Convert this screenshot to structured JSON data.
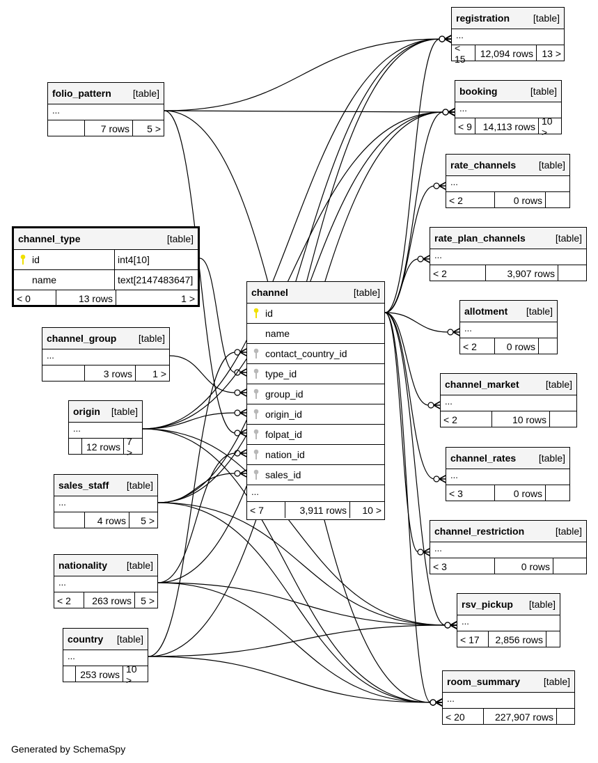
{
  "footer": "Generated by SchemaSpy",
  "table_tag": "[table]",
  "colors": {
    "pk_key": "#f0e000",
    "fk_key": "#b8b8b8",
    "header_bg": "#f4f4f4",
    "line": "#000000"
  },
  "focus_table": {
    "name": "channel_type",
    "columns": [
      {
        "name": "id",
        "type": "int4[10]",
        "icon": "primary-key-icon"
      },
      {
        "name": "name",
        "type": "text[2147483647]",
        "icon": ""
      }
    ],
    "parents": "< 0",
    "rows": "13 rows",
    "children": "1 >"
  },
  "channel": {
    "name": "channel",
    "columns": [
      {
        "name": "id",
        "icon": "primary-key-icon"
      },
      {
        "name": "name",
        "icon": ""
      },
      {
        "name": "contact_country_id",
        "icon": "foreign-key-icon"
      },
      {
        "name": "type_id",
        "icon": "foreign-key-icon"
      },
      {
        "name": "group_id",
        "icon": "foreign-key-icon"
      },
      {
        "name": "origin_id",
        "icon": "foreign-key-icon"
      },
      {
        "name": "folpat_id",
        "icon": "foreign-key-icon"
      },
      {
        "name": "nation_id",
        "icon": "foreign-key-icon"
      },
      {
        "name": "sales_id",
        "icon": "foreign-key-icon"
      }
    ],
    "more": "...",
    "parents": "< 7",
    "rows": "3,911 rows",
    "children": "10 >"
  },
  "tables": [
    {
      "id": "registration",
      "name": "registration",
      "more": "...",
      "parents": "< 15",
      "rows": "12,094 rows",
      "children": "13 >"
    },
    {
      "id": "booking",
      "name": "booking",
      "more": "...",
      "parents": "< 9",
      "rows": "14,113 rows",
      "children": "10 >"
    },
    {
      "id": "folio_pattern",
      "name": "folio_pattern",
      "more": "...",
      "parents": "",
      "rows": "7 rows",
      "children": "5 >"
    },
    {
      "id": "rate_channels",
      "name": "rate_channels",
      "more": "...",
      "parents": "< 2",
      "rows": "0 rows",
      "children": ""
    },
    {
      "id": "rate_plan_channels",
      "name": "rate_plan_channels",
      "more": "...",
      "parents": "< 2",
      "rows": "3,907 rows",
      "children": ""
    },
    {
      "id": "channel_group",
      "name": "channel_group",
      "more": "...",
      "parents": "",
      "rows": "3 rows",
      "children": "1 >"
    },
    {
      "id": "allotment",
      "name": "allotment",
      "more": "...",
      "parents": "< 2",
      "rows": "0 rows",
      "children": ""
    },
    {
      "id": "channel_market",
      "name": "channel_market",
      "more": "...",
      "parents": "< 2",
      "rows": "10 rows",
      "children": ""
    },
    {
      "id": "origin",
      "name": "origin",
      "more": "...",
      "parents": "",
      "rows": "12 rows",
      "children": "7 >"
    },
    {
      "id": "channel_rates",
      "name": "channel_rates",
      "more": "...",
      "parents": "< 3",
      "rows": "0 rows",
      "children": ""
    },
    {
      "id": "sales_staff",
      "name": "sales_staff",
      "more": "...",
      "parents": "",
      "rows": "4 rows",
      "children": "5 >"
    },
    {
      "id": "channel_restriction",
      "name": "channel_restriction",
      "more": "...",
      "parents": "< 3",
      "rows": "0 rows",
      "children": ""
    },
    {
      "id": "nationality",
      "name": "nationality",
      "more": "...",
      "parents": "< 2",
      "rows": "263 rows",
      "children": "5 >"
    },
    {
      "id": "rsv_pickup",
      "name": "rsv_pickup",
      "more": "...",
      "parents": "< 17",
      "rows": "2,856 rows",
      "children": ""
    },
    {
      "id": "country",
      "name": "country",
      "more": "...",
      "parents": "",
      "rows": "253 rows",
      "children": "10 >"
    },
    {
      "id": "room_summary",
      "name": "room_summary",
      "more": "...",
      "parents": "< 20",
      "rows": "227,907 rows",
      "children": ""
    }
  ],
  "relationships": [
    {
      "from": "channel_type",
      "to": "channel.type_id"
    },
    {
      "from": "channel_group",
      "to": "channel.group_id"
    },
    {
      "from": "origin",
      "to": "channel.origin_id"
    },
    {
      "from": "folio_pattern",
      "to": "channel.folpat_id"
    },
    {
      "from": "nationality",
      "to": "channel.nation_id"
    },
    {
      "from": "sales_staff",
      "to": "channel.sales_id"
    },
    {
      "from": "country",
      "to": "channel.contact_country_id"
    },
    {
      "from": "channel",
      "to": "registration"
    },
    {
      "from": "channel",
      "to": "booking"
    },
    {
      "from": "channel",
      "to": "rate_channels"
    },
    {
      "from": "channel",
      "to": "rate_plan_channels"
    },
    {
      "from": "channel",
      "to": "allotment"
    },
    {
      "from": "channel",
      "to": "channel_market"
    },
    {
      "from": "channel",
      "to": "channel_rates"
    },
    {
      "from": "channel",
      "to": "channel_restriction"
    },
    {
      "from": "channel",
      "to": "rsv_pickup"
    },
    {
      "from": "channel",
      "to": "room_summary"
    },
    {
      "from": "folio_pattern",
      "to": "registration"
    },
    {
      "from": "folio_pattern",
      "to": "booking"
    },
    {
      "from": "folio_pattern",
      "to": "room_summary"
    },
    {
      "from": "origin",
      "to": "registration"
    },
    {
      "from": "origin",
      "to": "booking"
    },
    {
      "from": "origin",
      "to": "rsv_pickup"
    },
    {
      "from": "origin",
      "to": "room_summary"
    },
    {
      "from": "sales_staff",
      "to": "registration"
    },
    {
      "from": "sales_staff",
      "to": "booking"
    },
    {
      "from": "sales_staff",
      "to": "rsv_pickup"
    },
    {
      "from": "sales_staff",
      "to": "room_summary"
    },
    {
      "from": "nationality",
      "to": "registration"
    },
    {
      "from": "nationality",
      "to": "rsv_pickup"
    },
    {
      "from": "nationality",
      "to": "room_summary"
    },
    {
      "from": "country",
      "to": "booking"
    },
    {
      "from": "country",
      "to": "rsv_pickup"
    },
    {
      "from": "country",
      "to": "room_summary"
    }
  ]
}
